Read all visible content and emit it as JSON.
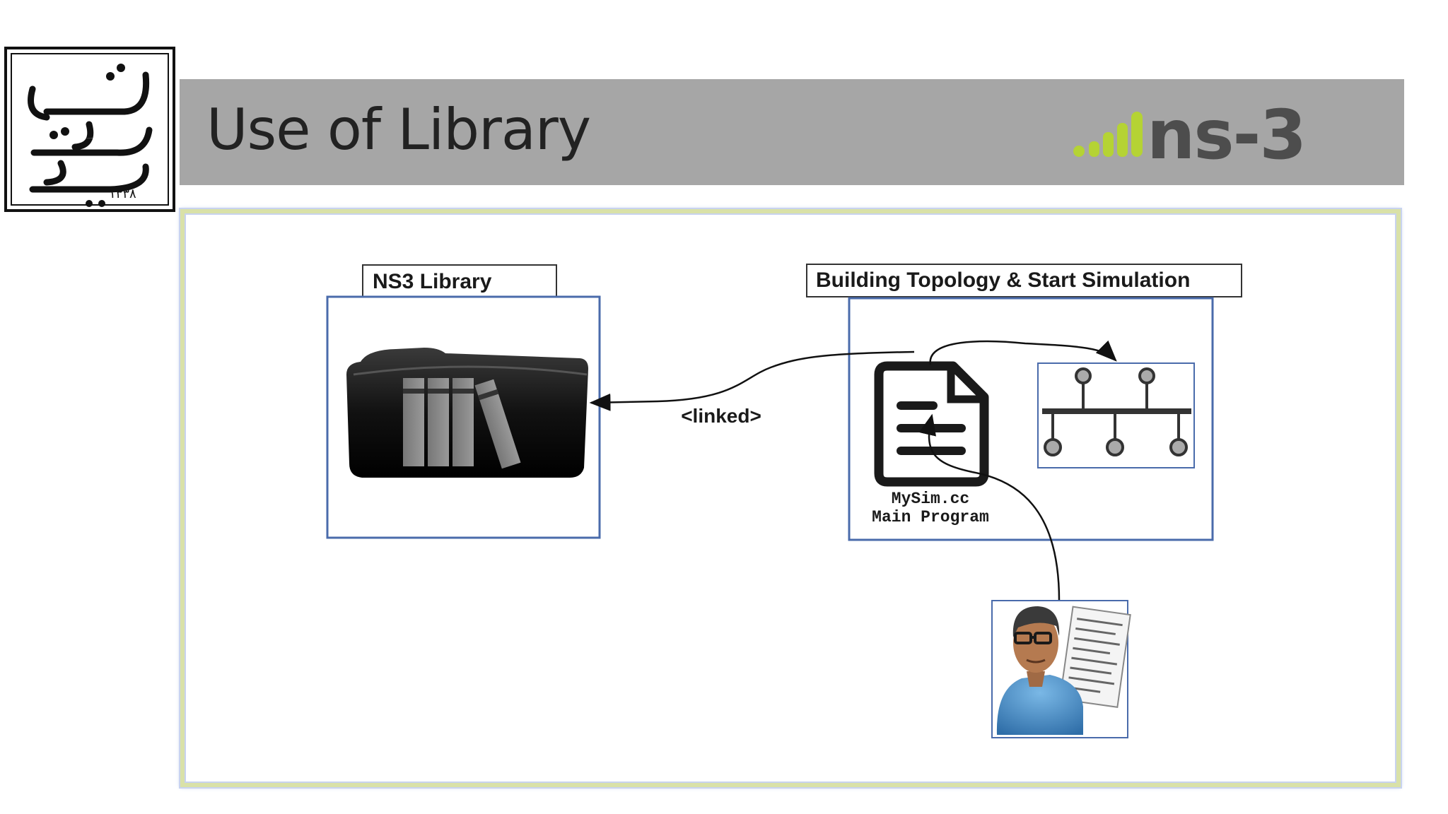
{
  "slide": {
    "title": "Use of Library",
    "brand_logo": "ns-3",
    "brand_accent": "#b5d334",
    "brand_text_color": "#4d4d4d",
    "title_bar_color": "#a6a6a6"
  },
  "university_logo": {
    "icon": "university-seal-logo",
    "calligraphy": "دانشگاه شهید بهشتی",
    "year": "۱۳۳۸"
  },
  "diagram": {
    "library_label": "NS3 Library",
    "simulation_label": "Building Topology & Start Simulation",
    "link_label": "<linked>",
    "program_file": "MySim.cc",
    "program_desc": "Main Program",
    "icons": [
      "library-folder-icon",
      "document-icon",
      "topology-icon",
      "user-icon"
    ]
  }
}
